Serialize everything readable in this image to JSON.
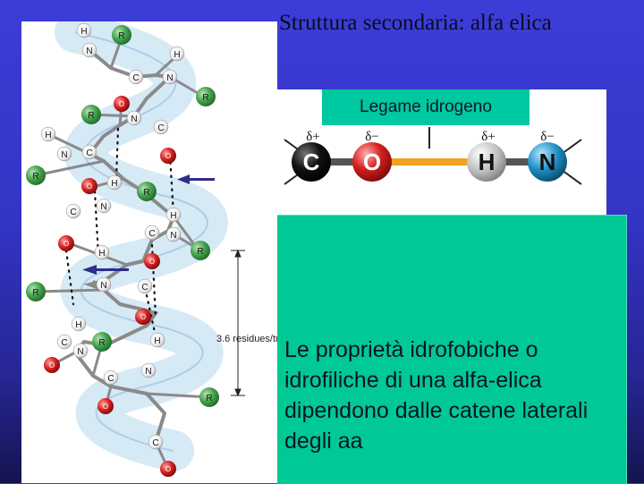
{
  "slide": {
    "title": "Struttura secondaria: alfa elica",
    "description": "Le proprietà idrofobiche o idrofiliche di una alfa-elica dipendono dalle catene laterali degli aa"
  },
  "helix_figure": {
    "measure_label": "3.6 residues/tu"
  },
  "hydrogen_bond": {
    "label": "Legame idrogeno",
    "atoms": [
      "C",
      "O",
      "H",
      "N"
    ],
    "charges": [
      "δ+",
      "δ−",
      "δ+",
      "δ−"
    ]
  },
  "colors": {
    "background": "#3434c6",
    "label_box": "#00c8a0",
    "text_box": "#00c995",
    "carbon": "#111111",
    "oxygen": "#d32020",
    "hydrogen": "#bdbdbd",
    "nitrogen": "#1c8ec4",
    "r_group": "#3e9e48",
    "hbond": "#f0a31c",
    "arrow": "#2d2d8c"
  }
}
